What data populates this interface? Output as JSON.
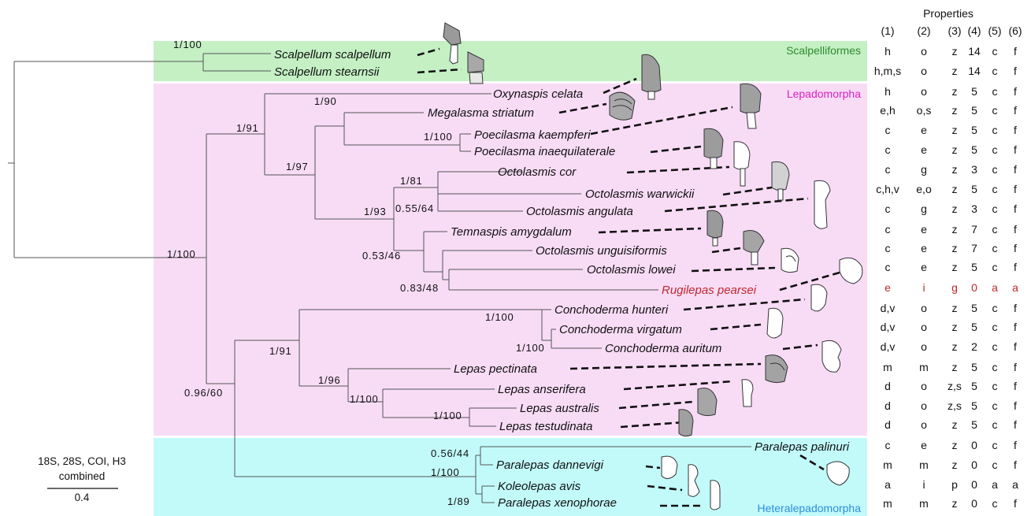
{
  "clades": {
    "scalpelliformes": {
      "label": "Scalpelliformes",
      "color": "#2e8b2e",
      "bg": "#c4f0c4"
    },
    "lepadomorpha": {
      "label": "Lepadomorpha",
      "color": "#e020c0",
      "bg": "#f8dcf6"
    },
    "heteralepadomorpha": {
      "label": "Heteralepadomorpha",
      "color": "#2e8ee0",
      "bg": "#c2fafa"
    }
  },
  "scale": {
    "label_lines": [
      "18S, 28S, COI, H3",
      "combined"
    ],
    "value": "0.4"
  },
  "properties": {
    "title": "Properties",
    "columns": [
      "(1)",
      "(2)",
      "(3)",
      "(4)",
      "(5)",
      "(6)"
    ]
  },
  "highlight_color": "#c0272d",
  "taxa": [
    {
      "name": "Scalpellum scalpellum",
      "props": [
        "h",
        "o",
        "z",
        "14",
        "c",
        "f"
      ],
      "icon": "scalpellum-shell-icon"
    },
    {
      "name": "Scalpellum stearnsii",
      "props": [
        "h,m,s",
        "o",
        "z",
        "14",
        "c",
        "f"
      ],
      "icon": "scalpellum-shell-icon"
    },
    {
      "name": "Oxynaspis celata",
      "props": [
        "h",
        "o",
        "z",
        "5",
        "c",
        "f"
      ],
      "icon": "barnacle-shell-icon"
    },
    {
      "name": "Megalasma striatum",
      "props": [
        "e,h",
        "o,s",
        "z",
        "5",
        "c",
        "f"
      ],
      "icon": "barnacle-shell-icon"
    },
    {
      "name": "Poecilasma kaempferi",
      "props": [
        "c",
        "e",
        "z",
        "5",
        "c",
        "f"
      ],
      "icon": "barnacle-shell-icon"
    },
    {
      "name": "Poecilasma inaequilaterale",
      "props": [
        "c",
        "e",
        "z",
        "5",
        "c",
        "f"
      ],
      "icon": "barnacle-shell-icon"
    },
    {
      "name": "Octolasmis cor",
      "props": [
        "c",
        "g",
        "z",
        "3",
        "c",
        "f"
      ],
      "icon": "barnacle-shell-icon"
    },
    {
      "name": "Octolasmis warwickii",
      "props": [
        "c,h,v",
        "e,o",
        "z",
        "5",
        "c",
        "f"
      ],
      "icon": "barnacle-shell-icon"
    },
    {
      "name": "Octolasmis angulata",
      "props": [
        "c",
        "g",
        "z",
        "3",
        "c",
        "f"
      ],
      "icon": "barnacle-outline-icon"
    },
    {
      "name": "Temnaspis amygdalum",
      "props": [
        "c",
        "e",
        "z",
        "7",
        "c",
        "f"
      ],
      "icon": "barnacle-shell-icon"
    },
    {
      "name": "Octolasmis unguisiformis",
      "props": [
        "c",
        "e",
        "z",
        "7",
        "c",
        "f"
      ],
      "icon": "barnacle-shell-icon"
    },
    {
      "name": "Octolasmis lowei",
      "props": [
        "c",
        "e",
        "z",
        "5",
        "c",
        "f"
      ],
      "icon": "barnacle-shell-icon"
    },
    {
      "name": "Rugilepas pearsei",
      "props": [
        "e",
        "i",
        "g",
        "0",
        "a",
        "a"
      ],
      "highlight": true,
      "icon": "barnacle-outline-icon"
    },
    {
      "name": "Conchoderma hunteri",
      "props": [
        "d,v",
        "o",
        "z",
        "5",
        "c",
        "f"
      ],
      "icon": "barnacle-outline-icon"
    },
    {
      "name": "Conchoderma virgatum",
      "props": [
        "d,v",
        "o",
        "z",
        "5",
        "c",
        "f"
      ],
      "icon": "barnacle-outline-icon"
    },
    {
      "name": "Conchoderma auritum",
      "props": [
        "d,v",
        "o",
        "z",
        "2",
        "c",
        "f"
      ],
      "icon": "barnacle-outline-icon"
    },
    {
      "name": "Lepas pectinata",
      "props": [
        "m",
        "m",
        "z",
        "5",
        "c",
        "f"
      ],
      "icon": "barnacle-shell-icon"
    },
    {
      "name": "Lepas anserifera",
      "props": [
        "d",
        "o",
        "z,s",
        "5",
        "c",
        "f"
      ],
      "icon": "barnacle-shell-icon"
    },
    {
      "name": "Lepas australis",
      "props": [
        "d",
        "o",
        "z,s",
        "5",
        "c",
        "f"
      ],
      "icon": "barnacle-shell-icon"
    },
    {
      "name": "Lepas testudinata",
      "props": [
        "d",
        "o",
        "z",
        "5",
        "c",
        "f"
      ],
      "icon": "barnacle-shell-icon"
    },
    {
      "name": "Paralepas palinuri",
      "props": [
        "c",
        "e",
        "z",
        "0",
        "c",
        "f"
      ],
      "icon": "barnacle-outline-icon"
    },
    {
      "name": "Paralepas dannevigi",
      "props": [
        "m",
        "m",
        "z",
        "0",
        "c",
        "f"
      ],
      "icon": "barnacle-outline-icon"
    },
    {
      "name": "Koleolepas avis",
      "props": [
        "a",
        "i",
        "p",
        "0",
        "a",
        "a"
      ],
      "icon": "barnacle-outline-icon"
    },
    {
      "name": "Paralepas xenophorae",
      "props": [
        "m",
        "m",
        "z",
        "0",
        "c",
        "f"
      ],
      "icon": "barnacle-outline-icon"
    }
  ],
  "supports": [
    {
      "id": "root",
      "text": "1/100"
    },
    {
      "id": "scalpellum",
      "text": "1/100"
    },
    {
      "id": "lepado-main",
      "text": "1/91"
    },
    {
      "id": "poecil-group",
      "text": "1/97"
    },
    {
      "id": "megalasma-poecil",
      "text": "1/90"
    },
    {
      "id": "poecilasma",
      "text": "1/100"
    },
    {
      "id": "octolasmis-group",
      "text": "1/93"
    },
    {
      "id": "octo-cor-group",
      "text": "1/81"
    },
    {
      "id": "octo-warwickii-angulata",
      "text": "0.55/64"
    },
    {
      "id": "temnaspis-group",
      "text": "0.53/46"
    },
    {
      "id": "lowei-rugilepas",
      "text": "0.83/48"
    },
    {
      "id": "lepadidae-hetero",
      "text": "0.96/60"
    },
    {
      "id": "conch-lepas",
      "text": "1/91"
    },
    {
      "id": "conchoderma",
      "text": "1/100"
    },
    {
      "id": "conch-virgatum-auritum",
      "text": "1/100"
    },
    {
      "id": "lepas-rest",
      "text": "1/96"
    },
    {
      "id": "lepas-anserifera-group",
      "text": "1/100"
    },
    {
      "id": "lepas-australis-testudinata",
      "text": "1/100"
    },
    {
      "id": "paralepas-palinuri",
      "text": "0.56/44"
    },
    {
      "id": "hetero-rest",
      "text": "1/100"
    },
    {
      "id": "koleolepas-xenophorae",
      "text": "1/89"
    }
  ]
}
